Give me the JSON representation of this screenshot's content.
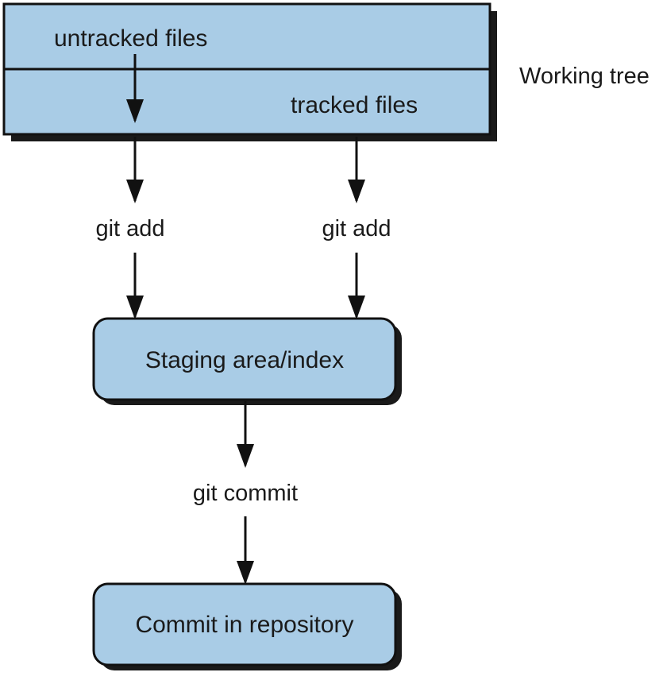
{
  "colors": {
    "box_fill": "#a9cce6",
    "stroke": "#111111",
    "shadow": "#1a1a1a",
    "text": "#1a1a1a",
    "background": "#ffffff"
  },
  "working_tree": {
    "label": "Working tree",
    "untracked_label": "untracked files",
    "tracked_label": "tracked files"
  },
  "edges": {
    "git_add_left": "git add",
    "git_add_right": "git add",
    "git_commit": "git commit"
  },
  "staging": {
    "label": "Staging area/index"
  },
  "commit": {
    "label": "Commit in repository"
  },
  "icons": {
    "arrow": "arrow-down-icon"
  }
}
